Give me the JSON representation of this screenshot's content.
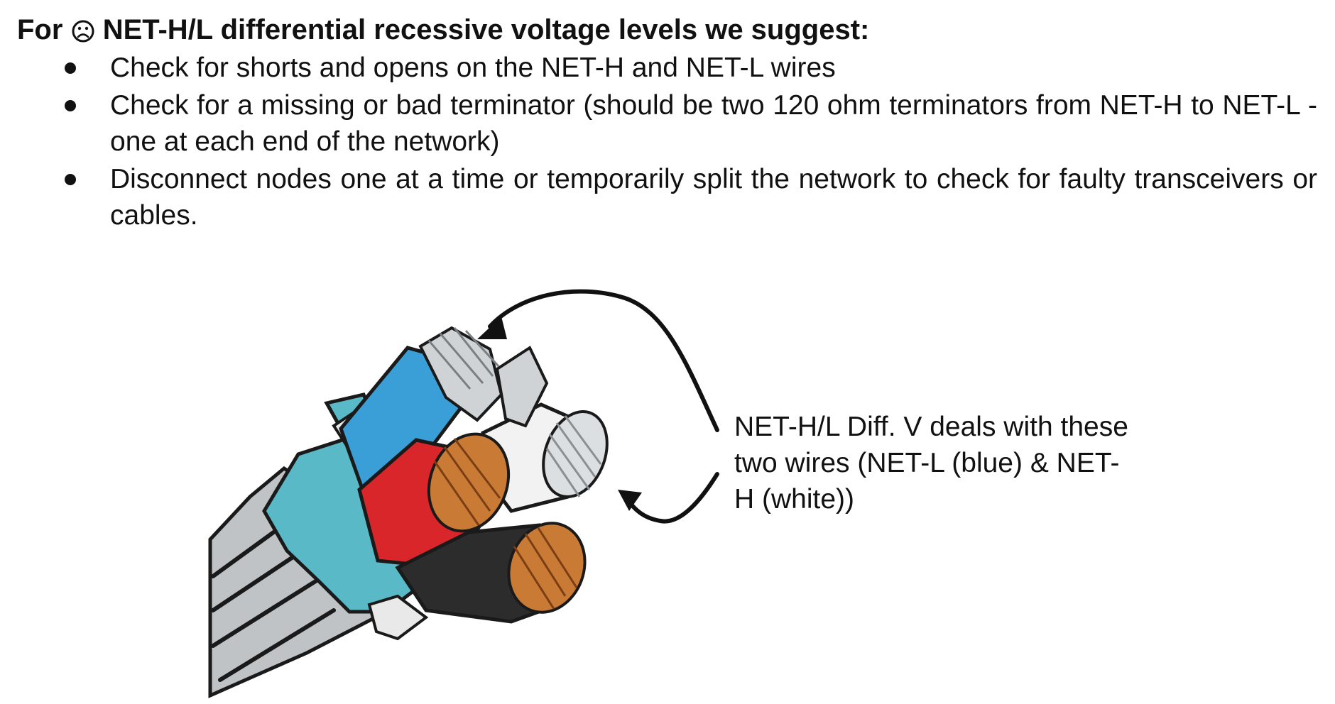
{
  "heading": {
    "prefix": "For",
    "icon": "frown-face-icon",
    "text": "NET-H/L differential recessive voltage levels we suggest:"
  },
  "suggestions": [
    "Check for shorts and opens on the NET-H and NET-L wires",
    "Check for a missing or bad terminator (should be two 120 ohm terminators from NET-H to NET-L - one at each end of the network)",
    "Disconnect nodes one at a time or temporarily split the network to check for faulty transceivers or cables."
  ],
  "figure": {
    "icon": "cable-wires-illustration",
    "callout": "NET-H/L Diff. V deals with these two wires (NET-L (blue) & NET-H (white))",
    "colors": {
      "net_l_blue": "#3a9fd6",
      "net_h_white": "#f2f2f2",
      "red_wire": "#d8262b",
      "black_wire": "#2c2c2c",
      "jacket_gray": "#bfc3c6",
      "foil_teal": "#59b9c6",
      "copper": "#c97a35",
      "outline": "#1a1a1a"
    }
  }
}
